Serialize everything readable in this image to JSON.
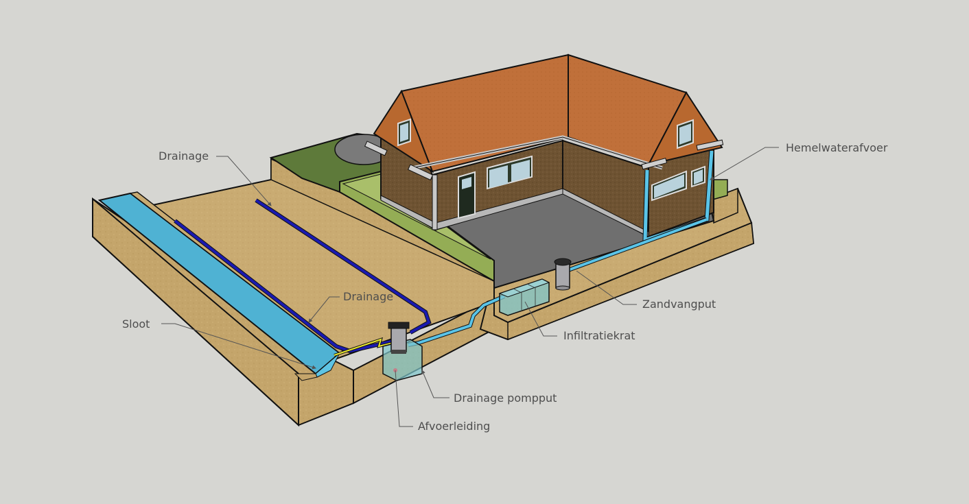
{
  "diagram": {
    "type": "3D cross-section illustration",
    "subject": "House with rainwater and drainage system",
    "colors": {
      "background": "#d6d6d2",
      "sand": "#c9ab72",
      "sand_dark": "#b8975c",
      "water": "#4fb2d3",
      "grass": "#5e7a3a",
      "grass_light": "#94ad55",
      "roof": "#c0703a",
      "wall": "#6e5332",
      "paving": "#6f6f6f",
      "drainage_pipe": "#1a1ab0",
      "rainwater_pipe": "#5ac4e8",
      "discharge_pipe": "#e8e830",
      "label_text": "#4e4e4e",
      "leader_line": "#555555"
    }
  },
  "labels": {
    "drainage_top": "Drainage",
    "drainage_mid": "Drainage",
    "sloot": "Sloot",
    "hemelwaterafvoer": "Hemelwaterafvoer",
    "zandvangput": "Zandvangput",
    "infiltratiekrat": "Infiltratiekrat",
    "drainage_pompput": "Drainage pompput",
    "afvoerleiding": "Afvoerleiding"
  }
}
